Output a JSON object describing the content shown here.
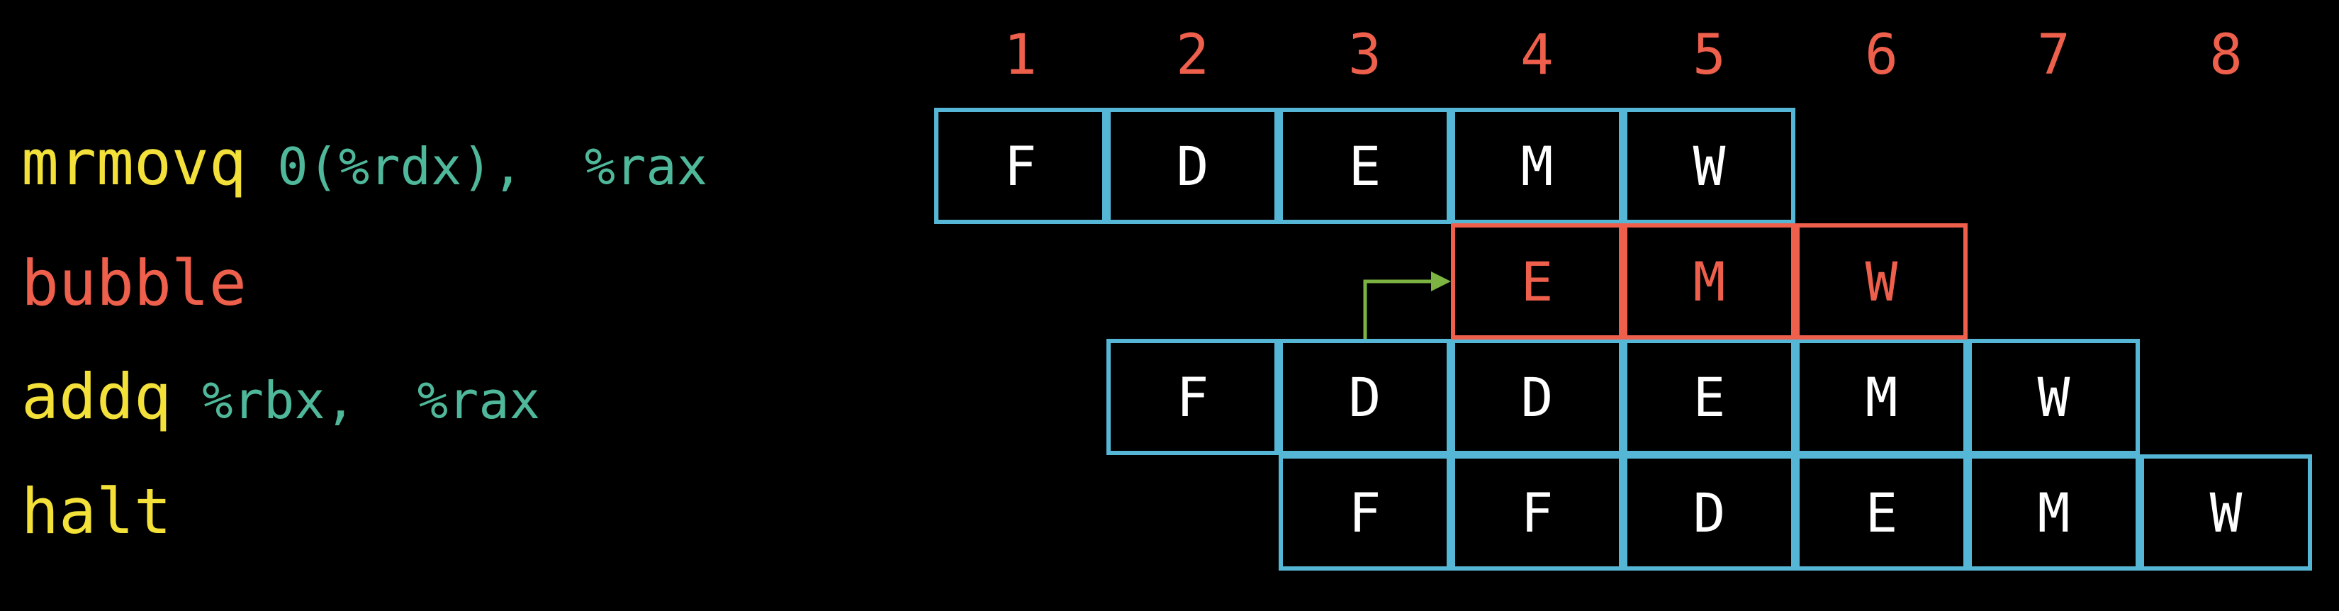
{
  "column_numbers": [
    "1",
    "2",
    "3",
    "4",
    "5",
    "6",
    "7",
    "8"
  ],
  "instructions": [
    {
      "mnemonic": "mrmovq",
      "operands": " 0(%rdx),  %rax",
      "stages": [
        {
          "col": 1,
          "label": "F"
        },
        {
          "col": 2,
          "label": "D"
        },
        {
          "col": 3,
          "label": "E"
        },
        {
          "col": 4,
          "label": "M"
        },
        {
          "col": 5,
          "label": "W"
        }
      ]
    },
    {
      "mnemonic": "bubble",
      "operands": "",
      "stages": [
        {
          "col": 4,
          "label": "E"
        },
        {
          "col": 5,
          "label": "M"
        },
        {
          "col": 6,
          "label": "W"
        }
      ]
    },
    {
      "mnemonic": "addq",
      "operands": " %rbx,  %rax",
      "stages": [
        {
          "col": 2,
          "label": "F"
        },
        {
          "col": 3,
          "label": "D"
        },
        {
          "col": 4,
          "label": "D"
        },
        {
          "col": 5,
          "label": "E"
        },
        {
          "col": 6,
          "label": "M"
        },
        {
          "col": 7,
          "label": "W"
        }
      ]
    },
    {
      "mnemonic": "halt",
      "operands": "",
      "stages": [
        {
          "col": 3,
          "label": "F"
        },
        {
          "col": 4,
          "label": "F"
        },
        {
          "col": 5,
          "label": "D"
        },
        {
          "col": 6,
          "label": "E"
        },
        {
          "col": 7,
          "label": "M"
        },
        {
          "col": 8,
          "label": "W"
        }
      ]
    }
  ],
  "colors": {
    "mnemonic": "#f3e13a",
    "operand": "#4fb89a",
    "bubble": "#ee5f4c",
    "stage_border": "#56b6d6",
    "arrow": "#7cb342"
  }
}
